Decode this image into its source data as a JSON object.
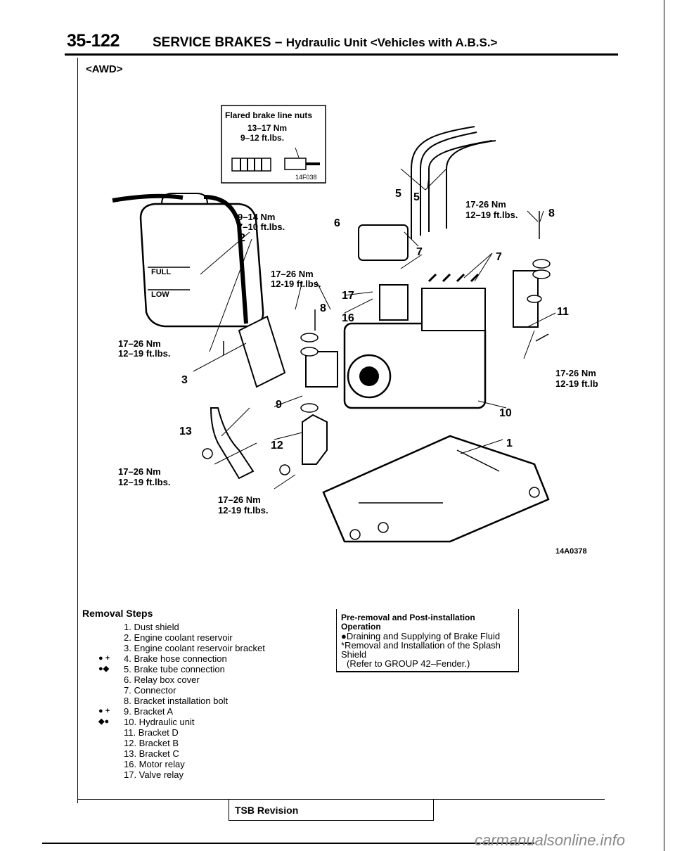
{
  "header": {
    "page_number": "35-122",
    "section": "SERVICE BRAKES",
    "dash": "–",
    "subsection": "Hydraulic Unit <Vehicles with A.B.S.>"
  },
  "variant": "<AWD>",
  "callout": {
    "title": "Flared brake line nuts",
    "nm": "13–17 Nm",
    "ftlbs": "9–12 ft.lbs.",
    "code": "14F038"
  },
  "torques": {
    "t_9_14": "9–14 Nm",
    "t_7_10": "7–10 ft.lbs.",
    "t_center_nm": "17–26 Nm",
    "t_center_ft": "12-19 ft.lbs.",
    "t_topright_nm": "17-26 Nm",
    "t_topright_ft": "12–19 ft.lbs.",
    "t_left_nm": "17–26 Nm",
    "t_left_ft": "12–19 ft.lbs.",
    "t_right_nm": "17-26 Nm",
    "t_right_ft": "12-19 ft.lbs.",
    "t_bl_nm": "17–26 Nm",
    "t_bl_ft": "12–19 ft.lbs.",
    "t_bc_nm": "17–26 Nm",
    "t_bc_ft": "12-19 ft.lbs."
  },
  "diagram_labels": {
    "n1": "1",
    "n2": "2",
    "n3": "3",
    "n5a": "5",
    "n5b": "5",
    "n6": "6",
    "n7a": "7",
    "n7b": "7",
    "n8a": "8",
    "n8b": "8",
    "n9": "9",
    "n10": "10",
    "n11": "11",
    "n12": "12",
    "n13": "13",
    "n16": "16",
    "n17": "17",
    "reservoir_full": "FULL",
    "reservoir_low": "LOW"
  },
  "figure_code": "14A0378",
  "removal": {
    "title": "Removal Steps",
    "steps": [
      {
        "mark": "",
        "text": "1. Dust shield"
      },
      {
        "mark": "",
        "text": "2. Engine coolant reservoir"
      },
      {
        "mark": "",
        "text": "3. Engine coolant reservoir bracket"
      },
      {
        "mark": "● +",
        "text": "4. Brake hose connection"
      },
      {
        "mark": "●◆",
        "text": "5. Brake tube connection"
      },
      {
        "mark": "",
        "text": "6. Relay box cover"
      },
      {
        "mark": "",
        "text": "7. Connector"
      },
      {
        "mark": "",
        "text": "8. Bracket installation bolt"
      },
      {
        "mark": "● +",
        "text": "9. Bracket A"
      },
      {
        "mark": "◆●",
        "text": "10. Hydraulic unit"
      },
      {
        "mark": "",
        "text": "11. Bracket D"
      },
      {
        "mark": "",
        "text": "12. Bracket B"
      },
      {
        "mark": "",
        "text": "13. Bracket C"
      },
      {
        "mark": "",
        "text": "16. Motor relay"
      },
      {
        "mark": "",
        "text": "17. Valve relay"
      }
    ]
  },
  "note": {
    "title": "Pre-removal and Post-installation Operation",
    "line1": "●Draining and Supplying of Brake Fluid",
    "line2": "*Removal and Installation of the Splash Shield",
    "line3": "(Refer to GROUP 42–Fender.)"
  },
  "footer": {
    "tsb": "TSB Revision",
    "watermark": "carmanualsonline.info"
  }
}
